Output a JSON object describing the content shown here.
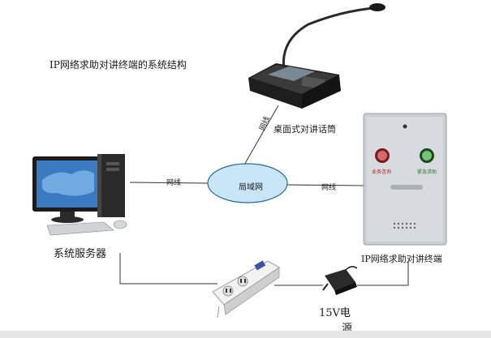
{
  "title": "IP网络求助对讲终端的系统结构",
  "server_label": "系统服务器",
  "desk_label": "桌面式对讲话筒",
  "terminal_label": "IP网络求助对讲终端",
  "lan_label": "局域网",
  "link_label_server": "网线",
  "link_label_desk": "网线",
  "link_label_terminal": "网线",
  "power_label_1": "15V电",
  "power_label_2": "源",
  "terminal_button_left": "业务咨询",
  "terminal_button_right": "紧急求助",
  "colors": {
    "lan_fill": "#c8e6f5",
    "lan_stroke": "#2a6a9a",
    "line": "#333333"
  }
}
